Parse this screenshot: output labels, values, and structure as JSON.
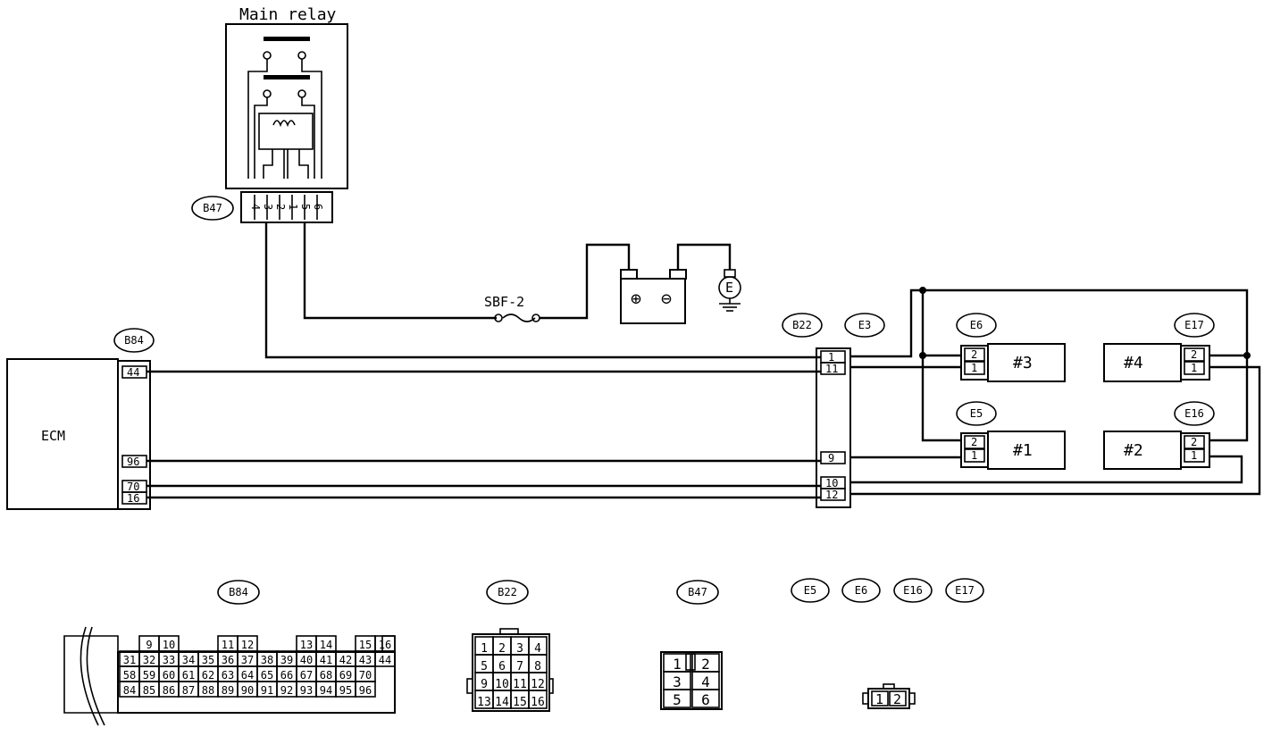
{
  "main_relay": {
    "title": "Main relay",
    "connector": "B47",
    "pins": [
      "4",
      "3",
      "2",
      "1",
      "5",
      "6"
    ]
  },
  "fuse": {
    "label": "SBF-2"
  },
  "battery": {
    "plus": "⊕",
    "minus": "⊖"
  },
  "ground": {
    "label": "E"
  },
  "ecm": {
    "label": "ECM",
    "connector": "B84",
    "pins": [
      "44",
      "96",
      "70",
      "16"
    ]
  },
  "joint": {
    "connector_left": "B22",
    "connector_right": "E3",
    "pins": [
      "1",
      "11",
      "9",
      "10",
      "12"
    ]
  },
  "injectors": [
    {
      "name": "#3",
      "connector": "E6",
      "pins": [
        "2",
        "1"
      ]
    },
    {
      "name": "#4",
      "connector": "E17",
      "pins": [
        "2",
        "1"
      ]
    },
    {
      "name": "#1",
      "connector": "E5",
      "pins": [
        "2",
        "1"
      ]
    },
    {
      "name": "#2",
      "connector": "E16",
      "pins": [
        "2",
        "1"
      ]
    }
  ],
  "connector_views": {
    "b84": {
      "label": "B84",
      "rows": [
        [
          "9",
          "10",
          "11",
          "12",
          "13",
          "14",
          "15",
          "16"
        ],
        [
          "31",
          "32",
          "33",
          "34",
          "35",
          "36",
          "37",
          "38",
          "39",
          "40",
          "41",
          "42",
          "43",
          "44"
        ],
        [
          "58",
          "59",
          "60",
          "61",
          "62",
          "63",
          "64",
          "65",
          "66",
          "67",
          "68",
          "69",
          "70"
        ],
        [
          "84",
          "85",
          "86",
          "87",
          "88",
          "89",
          "90",
          "91",
          "92",
          "93",
          "94",
          "95",
          "96"
        ]
      ]
    },
    "b22": {
      "label": "B22",
      "rows": [
        [
          "1",
          "2",
          "3",
          "4"
        ],
        [
          "5",
          "6",
          "7",
          "8"
        ],
        [
          "9",
          "10",
          "11",
          "12"
        ],
        [
          "13",
          "14",
          "15",
          "16"
        ]
      ]
    },
    "b47": {
      "label": "B47",
      "rows": [
        [
          "1",
          "2"
        ],
        [
          "3",
          "4"
        ],
        [
          "5",
          "6"
        ]
      ]
    },
    "injector_group": {
      "labels": [
        "E5",
        "E6",
        "E16",
        "E17"
      ],
      "pins": [
        "1",
        "2"
      ]
    }
  }
}
